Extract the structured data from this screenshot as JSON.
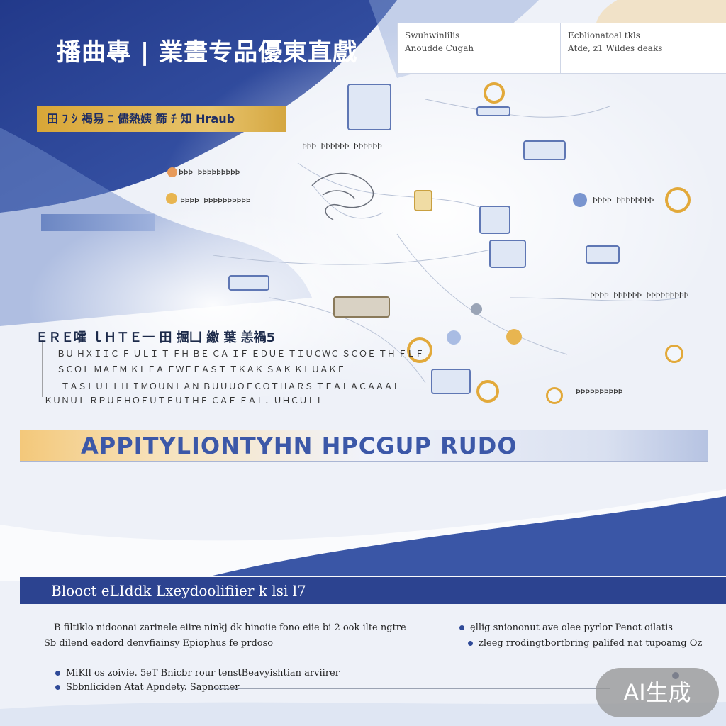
{
  "header": {
    "title": "播曲專 | 業畫专品優東直戲",
    "note_a_line1": "Swuhwinlilis",
    "note_a_line2": "Anoudde Cugah",
    "note_b_line1": "Ecblionatoal tkls",
    "note_b_line2": "Atde, z1 Wildes deaks"
  },
  "gold_banner": {
    "label": "田 ﾌ ｼ 褐易 ﾆ 儘熱姨 篩 ﾁ 知 Hraub"
  },
  "nodes": [
    "ÞÞÞ ÞÞÞÞÞÞ ÞÞÞÞÞÞ",
    "ÞÞÞ ÞÞÞÞÞÞÞÞÞ",
    "ÞÞÞÞ ÞÞÞÞÞÞÞÞÞÞ",
    "ÞÞÞÞ ÞÞÞÞÞÞÞÞ",
    "ÞÞÞÞ ÞÞÞÞÞÞ ÞÞÞÞÞÞÞÞÞ",
    "ÞÞÞÞÞÞÞÞÞÞ"
  ],
  "section": {
    "title": "ＥＲＥ嚯 ｌＨＴＥ一 田 掘凵 繳 葉 恙禍5",
    "lines": [
      "ＢＵ ＨＸＩＩＣ Ｆ ＵＬＩ Ｔ ＦＨ ＢＥ ＣＡ ＩＦ ＥＤＵＥ ＴＩＵＣＷＣ ＳＣＯＥ ＴＨ ＦＬＦ",
      "ＳＣＯＬ ＭＡＥＭ ＫＬＥＡ ＥＷＥＥＡＳＴ ＴＫＡＫ ＳＡＫ ＫＬＵＡＫＥ",
      "ＴＡＳＬＵＬＬＨ ＩＭＯＵＮＬＡＮ ＢＵＵＵＯＦＣＯＴＨＡＲＳ ＴＥＡＬＡＣＡＡＡＬ",
      "ＫＵＮＵＬ ＲＰＵＦＨＯＥＵＴＥＵＩＨＥ ＣＡＥ ＥＡＬ．ＵＨＣＵＬＬ"
    ]
  },
  "main_banner": {
    "label": "APPITYLIONTYHN HPCGUP  RUDO"
  },
  "navy_bar": {
    "label": "Blooct eLIddk Lxeydoolifiier k lsi l7"
  },
  "body": {
    "left_line1": "B filtiklo nidoonai zarinele eiire ninkj dk hinoiie fono eiie bi 2 ook ilte ngtre",
    "left_line2": "Sb dilend eadord denvfiainsy Epiophus fe prdoso",
    "right_line1": "ęllig sniononut ave olee pyrlor Penot oilatis",
    "right_line2": "zleeg rrodingtbortbring palifed nat tupoamg Oz",
    "bottom_line1": "MiKfl os zoivie. 5eT Bnicbr rour tenstBeavyishtian arviirer",
    "bottom_line2": "Sbbnliciden Atat Apndety. Sapnorner"
  },
  "badge": {
    "label": "AI生成"
  },
  "colors": {
    "navy": "#2c4390",
    "gold": "#e2a93a",
    "blue": "#3c58a8"
  }
}
